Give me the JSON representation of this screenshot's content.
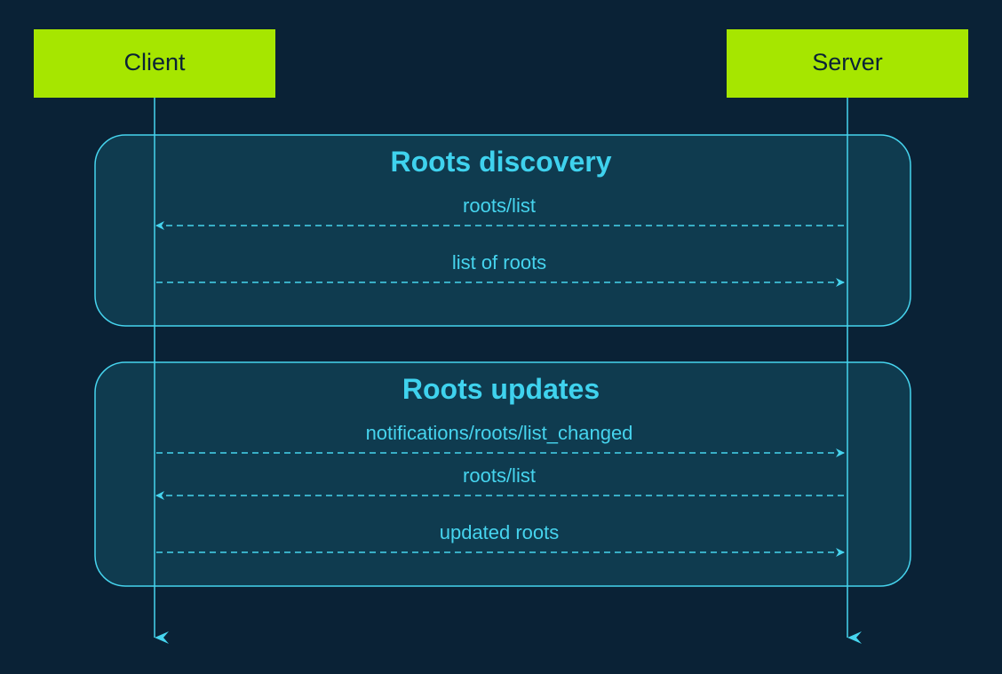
{
  "participants": {
    "client": "Client",
    "server": "Server"
  },
  "groups": [
    {
      "title": "Roots discovery",
      "messages": [
        {
          "label": "roots/list",
          "direction": "server-to-client"
        },
        {
          "label": "list of roots",
          "direction": "client-to-server"
        }
      ]
    },
    {
      "title": "Roots updates",
      "messages": [
        {
          "label": "notifications/roots/list_changed",
          "direction": "client-to-server"
        },
        {
          "label": "roots/list",
          "direction": "server-to-client"
        },
        {
          "label": "updated roots",
          "direction": "client-to-server"
        }
      ]
    }
  ],
  "colors": {
    "background": "#0a2236",
    "participant_fill": "#a6e600",
    "lifeline": "#46d4ee",
    "group_fill": "#0f3b4f",
    "group_stroke": "#46d4ee",
    "text_accent": "#3fd2ee"
  }
}
